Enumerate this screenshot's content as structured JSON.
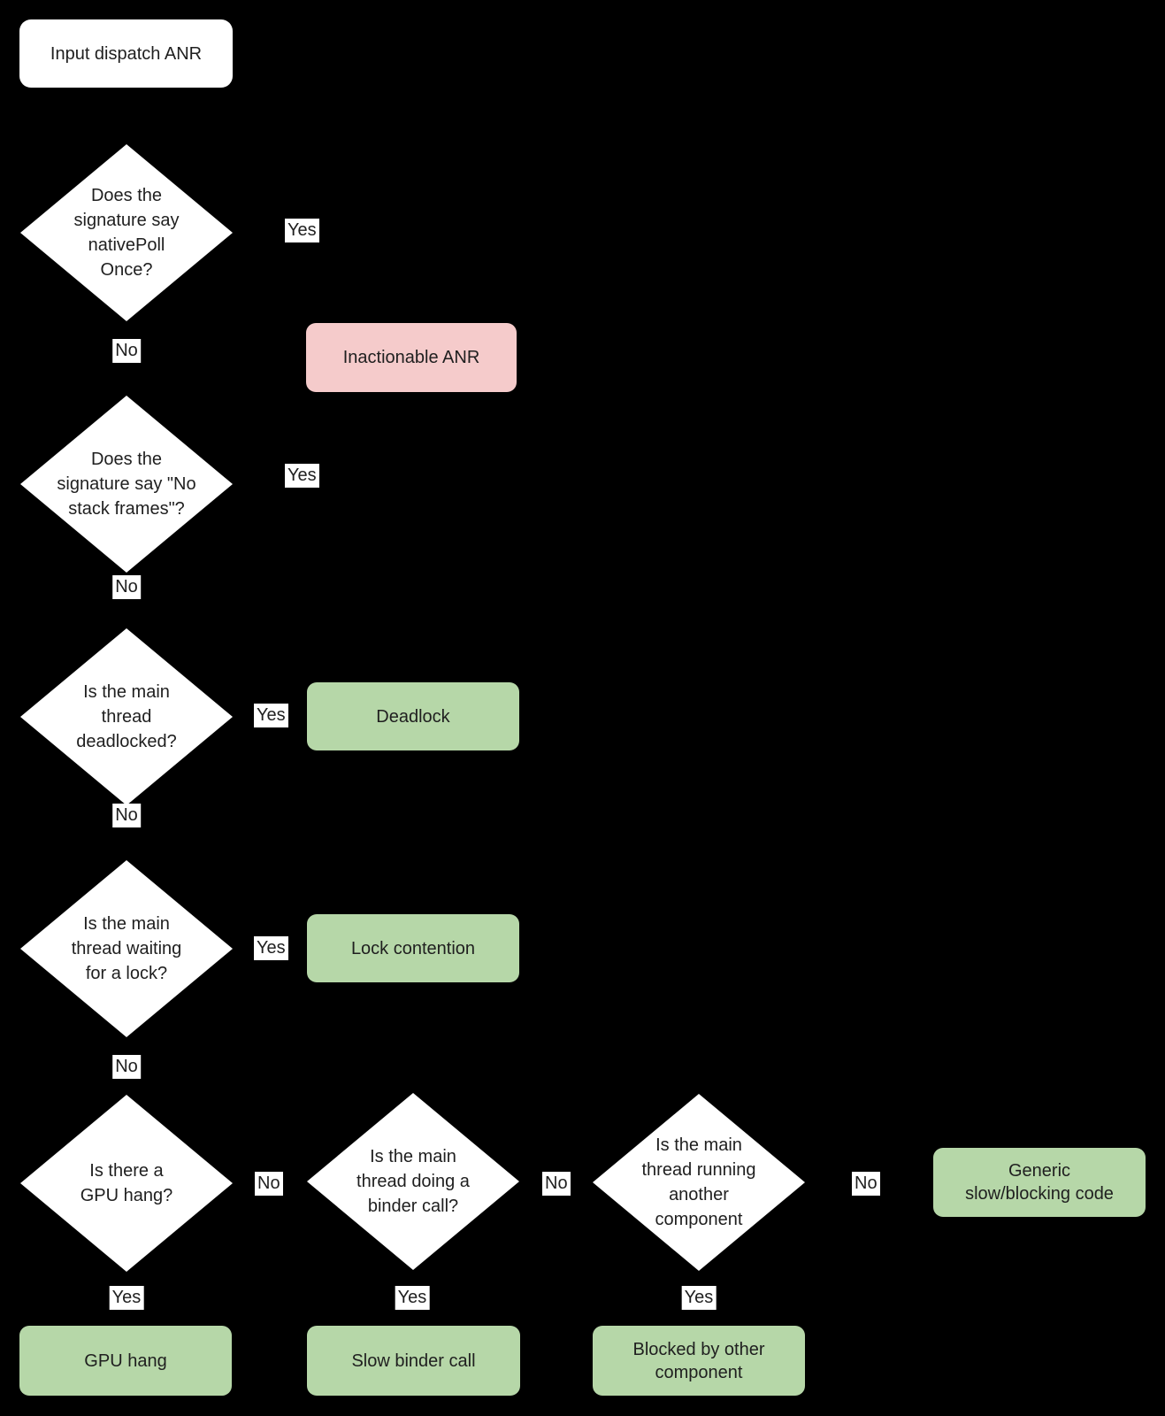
{
  "colors": {
    "background": "#000000",
    "node_fill": "#ffffff",
    "outcome_green": "#b6d7a8",
    "outcome_red": "#f5cbcb",
    "text": "#1f1f1f"
  },
  "start": {
    "label": "Input dispatch ANR"
  },
  "decisions": [
    {
      "id": "signature-nativepollonce",
      "label": "Does the\nsignature say\nnativePoll\nOnce?"
    },
    {
      "id": "signature-no-stack-frames",
      "label": "Does the\nsignature say \"No\nstack frames\"?"
    },
    {
      "id": "main-thread-deadlocked",
      "label": "Is the main\nthread\ndeadlocked?"
    },
    {
      "id": "main-thread-waiting-for-lock",
      "label": "Is the main\nthread waiting\nfor a lock?"
    },
    {
      "id": "gpu-hang",
      "label": "Is there a\nGPU hang?"
    },
    {
      "id": "binder-call",
      "label": "Is the main\nthread doing a\nbinder call?"
    },
    {
      "id": "running-another-component",
      "label": "Is the main\nthread running\nanother\ncomponent"
    }
  ],
  "outcomes": [
    {
      "id": "inactionable-anr",
      "label": "Inactionable ANR",
      "kind": "negative"
    },
    {
      "id": "deadlock",
      "label": "Deadlock",
      "kind": "positive"
    },
    {
      "id": "lock-contention",
      "label": "Lock contention",
      "kind": "positive"
    },
    {
      "id": "generic-slow-blocking-code",
      "label": "Generic\nslow/blocking code",
      "kind": "positive"
    },
    {
      "id": "gpu-hang",
      "label": "GPU hang",
      "kind": "positive"
    },
    {
      "id": "slow-binder-call",
      "label": "Slow binder call",
      "kind": "positive"
    },
    {
      "id": "blocked-by-other-component",
      "label": "Blocked by other\ncomponent",
      "kind": "positive"
    }
  ],
  "edge_labels": {
    "yes": "Yes",
    "no": "No"
  }
}
